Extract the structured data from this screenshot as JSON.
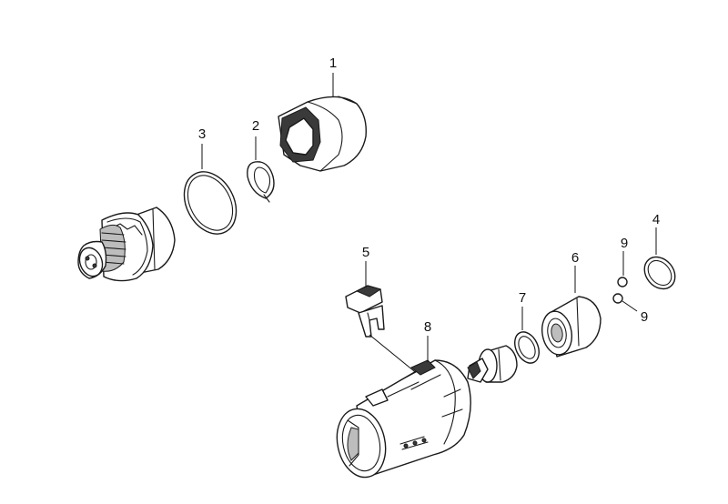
{
  "callouts": {
    "p1": "1",
    "p2": "2",
    "p3": "3",
    "p4": "4",
    "p5": "5",
    "p6": "6",
    "p7": "7",
    "p8": "8",
    "p9a": "9",
    "p9b": "9"
  },
  "colors": {
    "line": "#1a1a1a",
    "background": "#ffffff",
    "shade": "#3a3a3a"
  }
}
